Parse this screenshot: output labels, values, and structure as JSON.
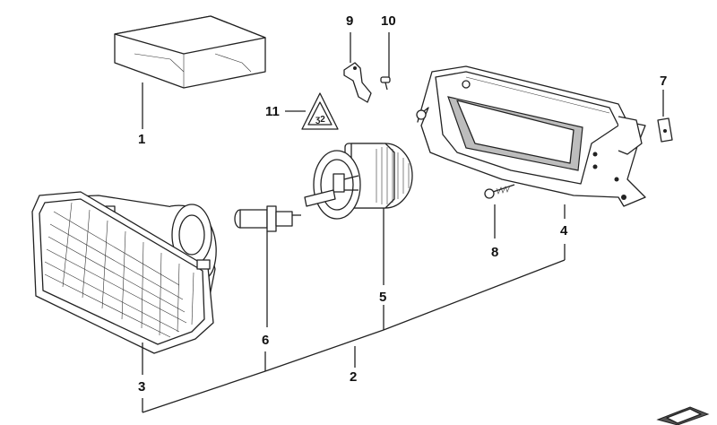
{
  "diagram": {
    "callouts": [
      {
        "id": "c1",
        "text": "1"
      },
      {
        "id": "c2",
        "text": "2"
      },
      {
        "id": "c3",
        "text": "3"
      },
      {
        "id": "c4",
        "text": "4"
      },
      {
        "id": "c5",
        "text": "5"
      },
      {
        "id": "c6",
        "text": "6"
      },
      {
        "id": "c7",
        "text": "7"
      },
      {
        "id": "c8",
        "text": "8"
      },
      {
        "id": "c9",
        "text": "9"
      },
      {
        "id": "c10",
        "text": "10"
      },
      {
        "id": "c11",
        "text": "11"
      }
    ],
    "parts": [
      "package-box",
      "fog-light-assembly",
      "lens",
      "housing-frame",
      "cover-cap",
      "bulb",
      "clip-nut",
      "screw",
      "adjuster-bracket",
      "small-screw",
      "warning-triangle"
    ],
    "colors": {
      "ink": "#222222",
      "background": "#ffffff",
      "shade": "#bdbdbd"
    }
  }
}
